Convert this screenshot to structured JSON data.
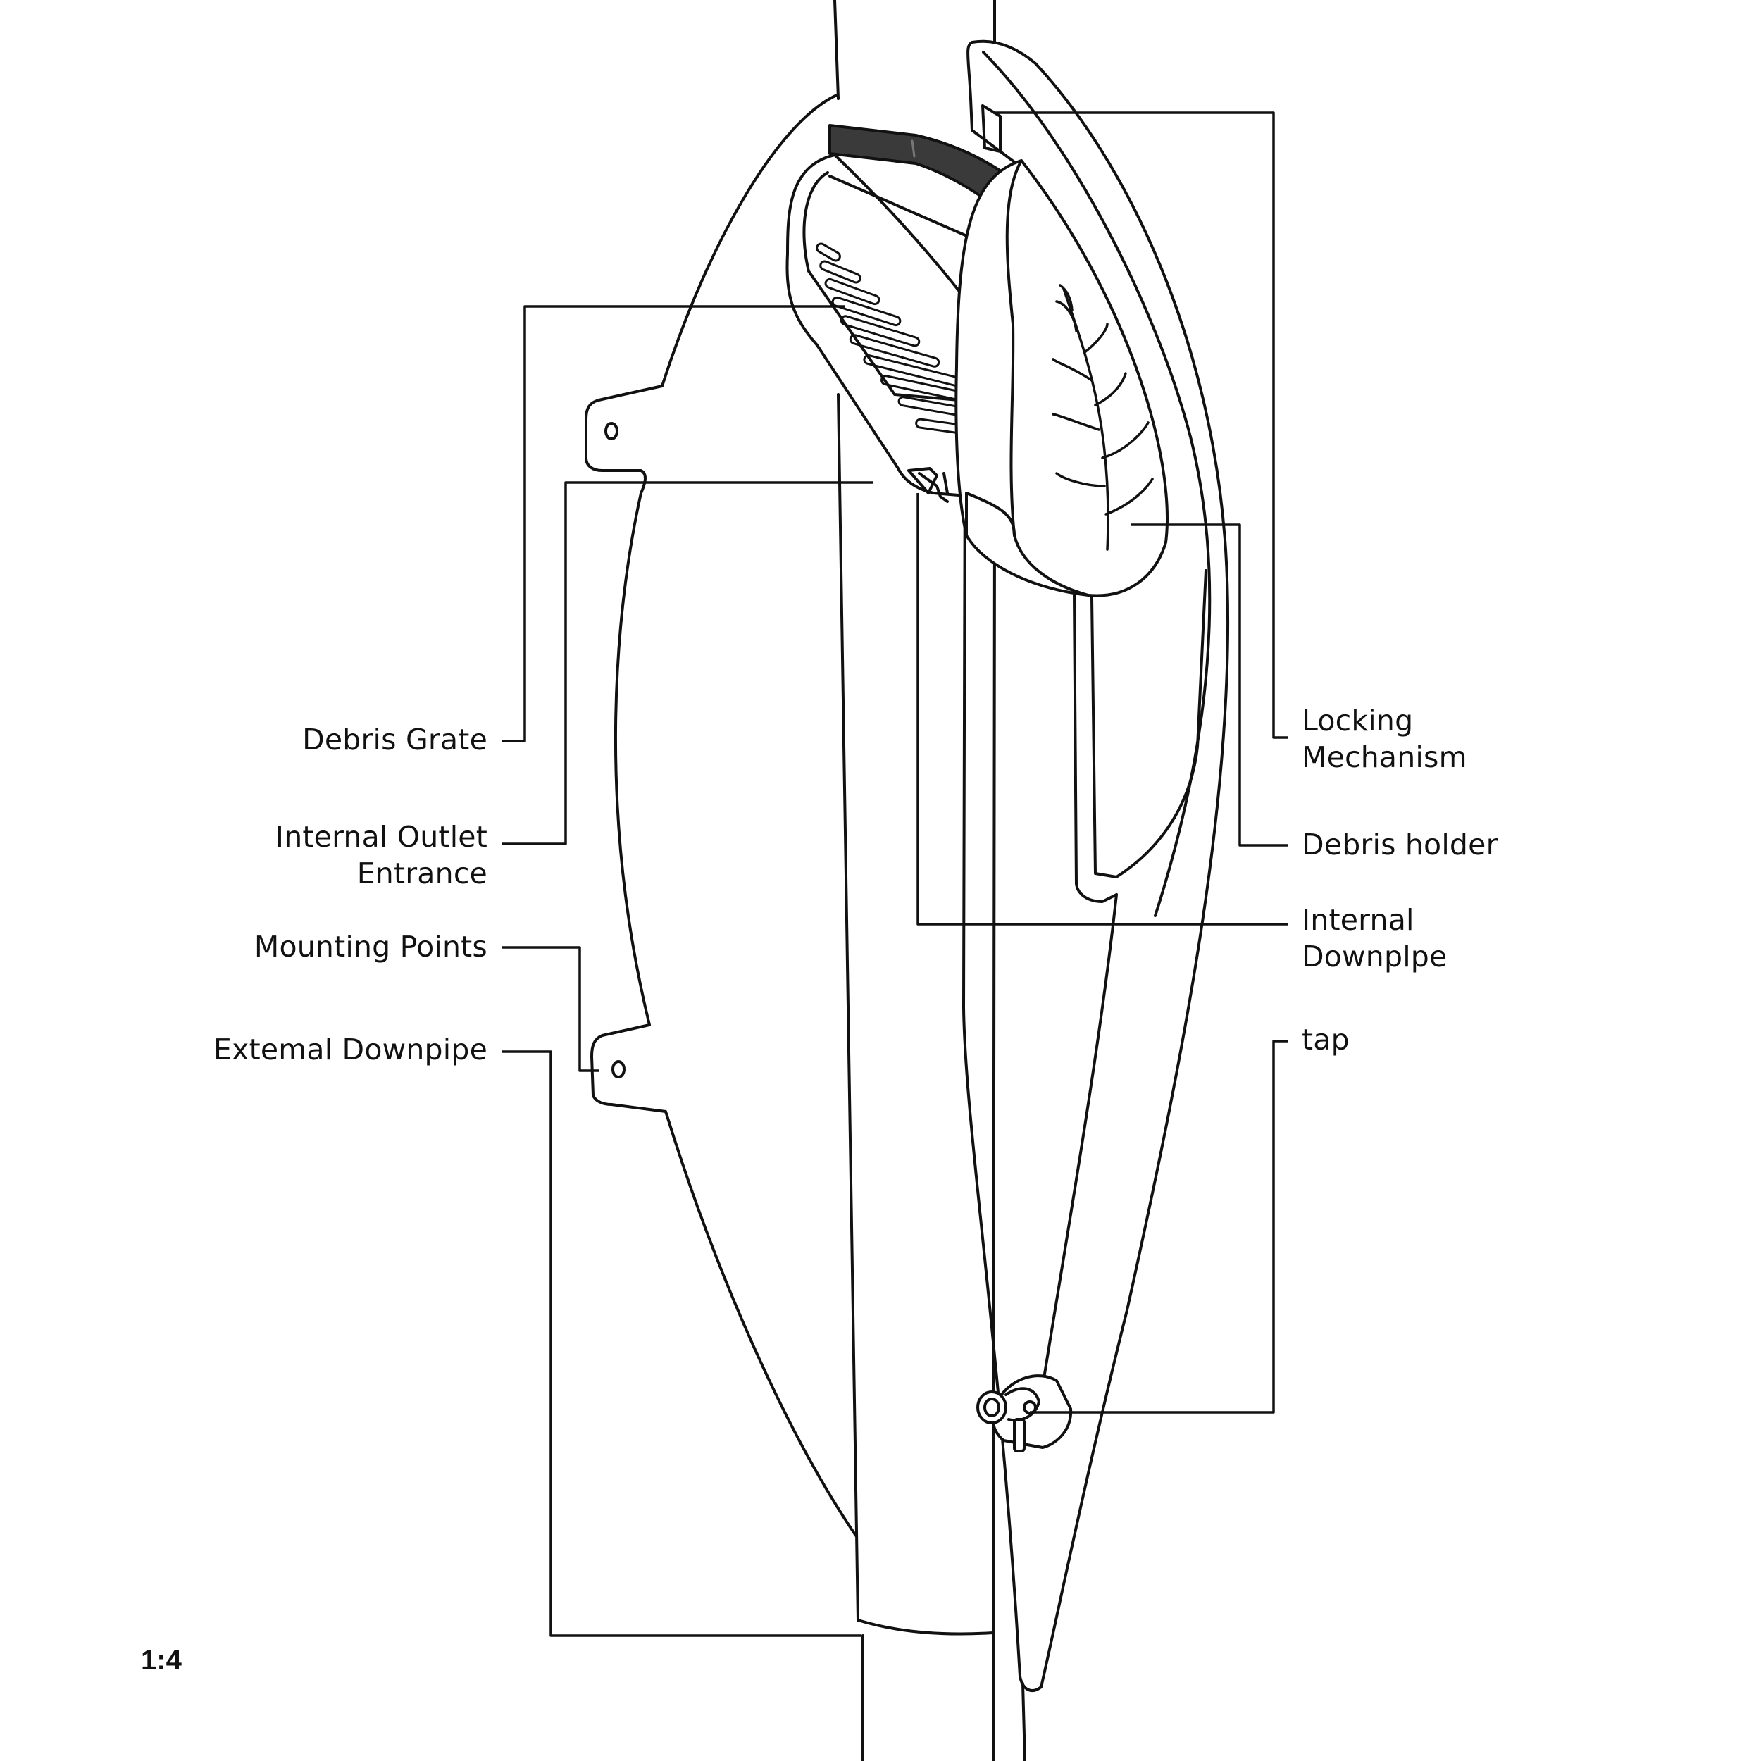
{
  "labels": {
    "debris_grate": "Debris Grate",
    "internal_outlet_line1": "Internal Outlet",
    "internal_outlet_line2": "Entrance",
    "mounting_points": "Mounting Points",
    "external_downpipe": "Extemal Downpipe",
    "locking_line1": "Locking",
    "locking_line2": "Mechanism",
    "debris_holder": "Debris holder",
    "internal_downpipe_line1": "Internal",
    "internal_downpipe_line2": "Downplpe",
    "tap": "tap"
  },
  "scale": "1:4",
  "colors": {
    "ink": "#111111",
    "seal_band": "#3a3a3a",
    "background": "#ffffff"
  }
}
